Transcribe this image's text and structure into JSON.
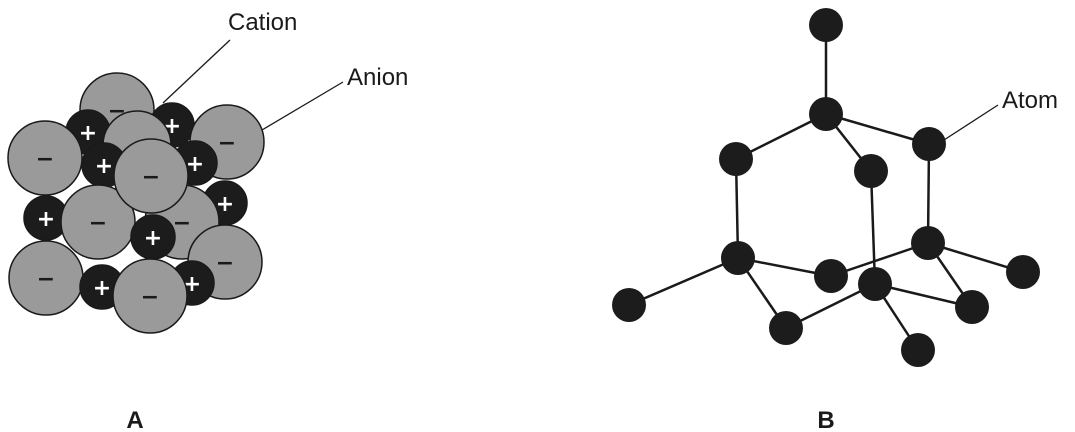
{
  "panel_a": {
    "caption": "A",
    "cation_label": "Cation",
    "anion_label": "Anion",
    "anion_symbol": "−",
    "cation_symbol": "+",
    "anion_fill": "#9a9a9a",
    "cation_fill": "#1c1c1c"
  },
  "panel_b": {
    "caption": "B",
    "atom_label": "Atom",
    "atom_fill": "#1c1c1c"
  }
}
